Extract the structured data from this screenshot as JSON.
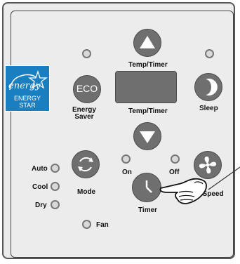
{
  "panel": {
    "energy_star_label": "ENERGY STAR",
    "buttons": {
      "eco_text": "ECO",
      "energy_saver": [
        "Energy",
        "Saver"
      ],
      "temp_timer_up": "Temp/Timer",
      "temp_timer_down": "Temp/Timer",
      "sleep": "Sleep",
      "mode": "Mode",
      "timer": "Timer",
      "fan_speed": "Fan Speed"
    },
    "indicators": {
      "auto": "Auto",
      "cool": "Cool",
      "dry": "Dry",
      "fan": "Fan",
      "on": "On",
      "off": "Off"
    },
    "colors": {
      "button_gray": "#6f6f6f",
      "energy_star_blue": "#1a7fc0",
      "panel_bg": "#ececec"
    }
  }
}
